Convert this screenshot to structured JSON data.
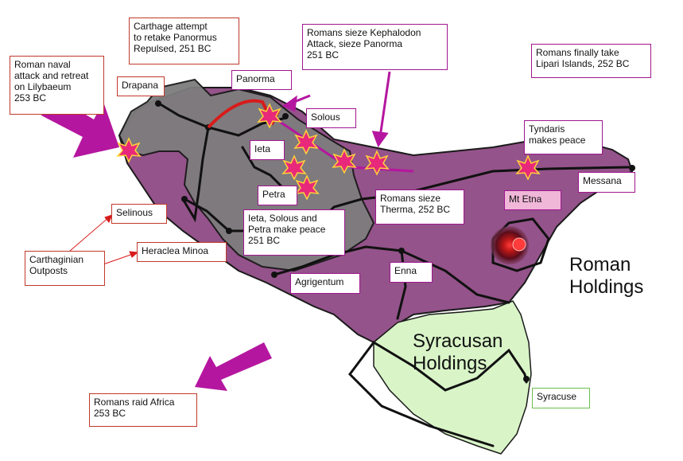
{
  "annotations": {
    "naval_attack": "Roman naval\nattack and retreat\non Lilybaeum\n253 BC",
    "carthage_attempt": "Carthage attempt\nto retake Panormus\nRepulsed, 251 BC",
    "kephalodon": "Romans sieze Kephalodon\nAttack, sieze Panorma\n251 BC",
    "lipari": "Romans finally take\nLipari Islands, 252 BC",
    "tyndaris": "Tyndaris\nmakes peace",
    "therma": "Romans sieze\nTherma, 252 BC",
    "peace": "Ieta, Solous and\nPetra make peace\n251 BC",
    "outposts": "Carthaginian\nOutposts",
    "raid_africa": "Romans raid Africa\n253 BC"
  },
  "places": {
    "drapana": "Drapana",
    "panorma": "Panorma",
    "solous": "Solous",
    "ieta": "Ieta",
    "petra": "Petra",
    "selinous": "Selinous",
    "heraclea": "Heraclea Minoa",
    "agrigentum": "Agrigentum",
    "enna": "Enna",
    "mt_etna": "Mt Etna",
    "messana": "Messana",
    "syracuse": "Syracuse"
  },
  "regions": {
    "roman": "Roman\nHoldings",
    "syracusan": "Syracusan\nHoldings"
  },
  "colors": {
    "roman": "#94538a",
    "carthaginian": "#7a7a7a",
    "syracusan": "#d9f5c8",
    "arrow": "#b5169f",
    "burst": "#e8287a"
  }
}
